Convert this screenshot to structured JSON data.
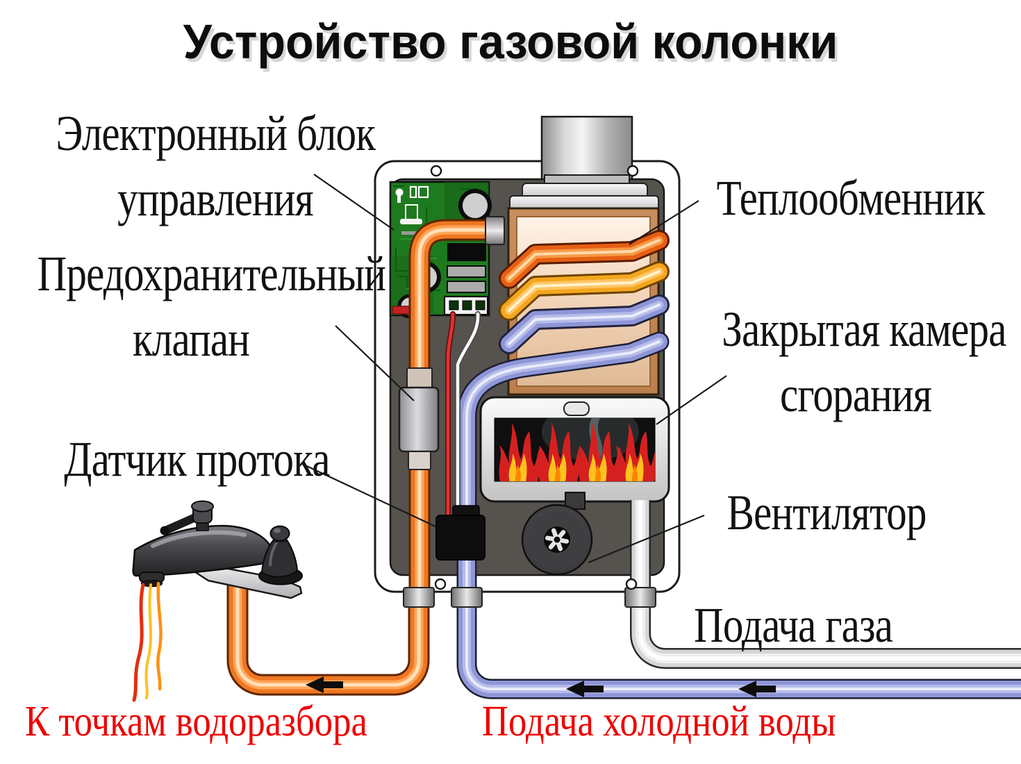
{
  "title": "Устройство газовой колонки",
  "labels": {
    "control_unit_line1": "Электронный блок",
    "control_unit_line2": "управления",
    "safety_valve_line1": "Предохранительный",
    "safety_valve_line2": "клапан",
    "flow_sensor": "Датчик протока",
    "heat_exchanger": "Теплообменник",
    "combustion_chamber_line1": "Закрытая камера",
    "combustion_chamber_line2": "сгорания",
    "fan": "Вентилятор",
    "gas_supply": "Подача газа",
    "to_water_points": "К точкам водоразбора",
    "cold_water_supply": "Подача холодной воды"
  },
  "colors": {
    "hot_water_pipe": "#ee7722",
    "cold_water_pipe": "#8e96d8",
    "gas_pipe": "#d6d6d6",
    "flame_red": "#d62020",
    "flame_yellow": "#ffc21c",
    "pcb_green": "#1e7a1e",
    "highlight_text": "#ee0000",
    "text": "#121212"
  }
}
